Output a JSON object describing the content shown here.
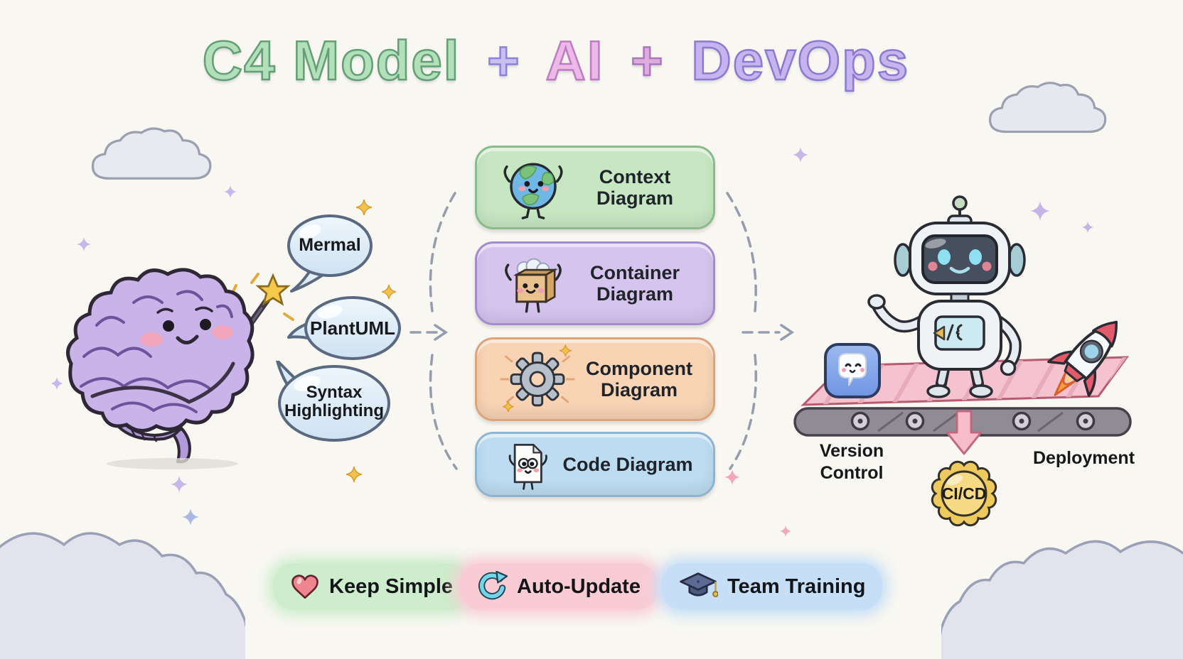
{
  "title": {
    "c4": "C4 Model",
    "plus1": "+",
    "ai": "AI",
    "plus2": "+",
    "devops": "DevOps"
  },
  "bubbles": [
    {
      "label": "Mermal"
    },
    {
      "label": "PlantUML"
    },
    {
      "label": "Syntax Highlighting"
    }
  ],
  "boxes": [
    {
      "label": "Context Diagram",
      "icon": "earth-icon",
      "fill": "#c7e7c2",
      "border": "#8abb8c"
    },
    {
      "label": "Container Diagram",
      "icon": "package-box-icon",
      "fill": "#d6c4ee",
      "border": "#a58bcd"
    },
    {
      "label": "Component Diagram",
      "icon": "gear-icon",
      "fill": "#f8d3b4",
      "border": "#dda47b"
    },
    {
      "label": "Code Diagram",
      "icon": "document-icon",
      "fill": "#bddcf1",
      "border": "#8fb4d2"
    }
  ],
  "pipeline": {
    "version_control": "Version Control",
    "cicd_badge": "CI/CD",
    "deployment": "Deployment"
  },
  "legend": [
    {
      "label": "Keep Simple",
      "icon": "heart-icon",
      "highlight": "#cdedcc"
    },
    {
      "label": "Auto-Update",
      "icon": "refresh-icon",
      "highlight": "#f9ccd5"
    },
    {
      "label": "Team Training",
      "icon": "graduation-cap-icon",
      "highlight": "#c6dff7"
    }
  ],
  "colors": {
    "background": "#f8f7f1",
    "title_green": "#b2e0ba",
    "title_pink": "#eeb8e8",
    "title_purple": "#c6b4ee",
    "belt_pink": "#f4c3cf",
    "badge_gold": "#eec95e",
    "dash_gray": "#949cae"
  }
}
